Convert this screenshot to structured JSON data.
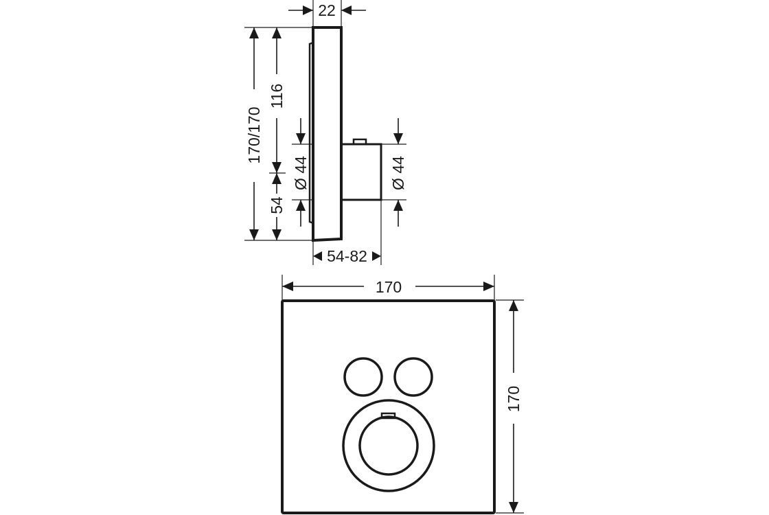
{
  "side_view": {
    "depth_plate": "22",
    "height_total": "170/170",
    "height_upper": "116",
    "height_lower": "54",
    "diameter_left": "Ø 44",
    "diameter_right": "Ø 44",
    "depth_body": "54-82"
  },
  "front_view": {
    "width": "170",
    "height": "170"
  }
}
